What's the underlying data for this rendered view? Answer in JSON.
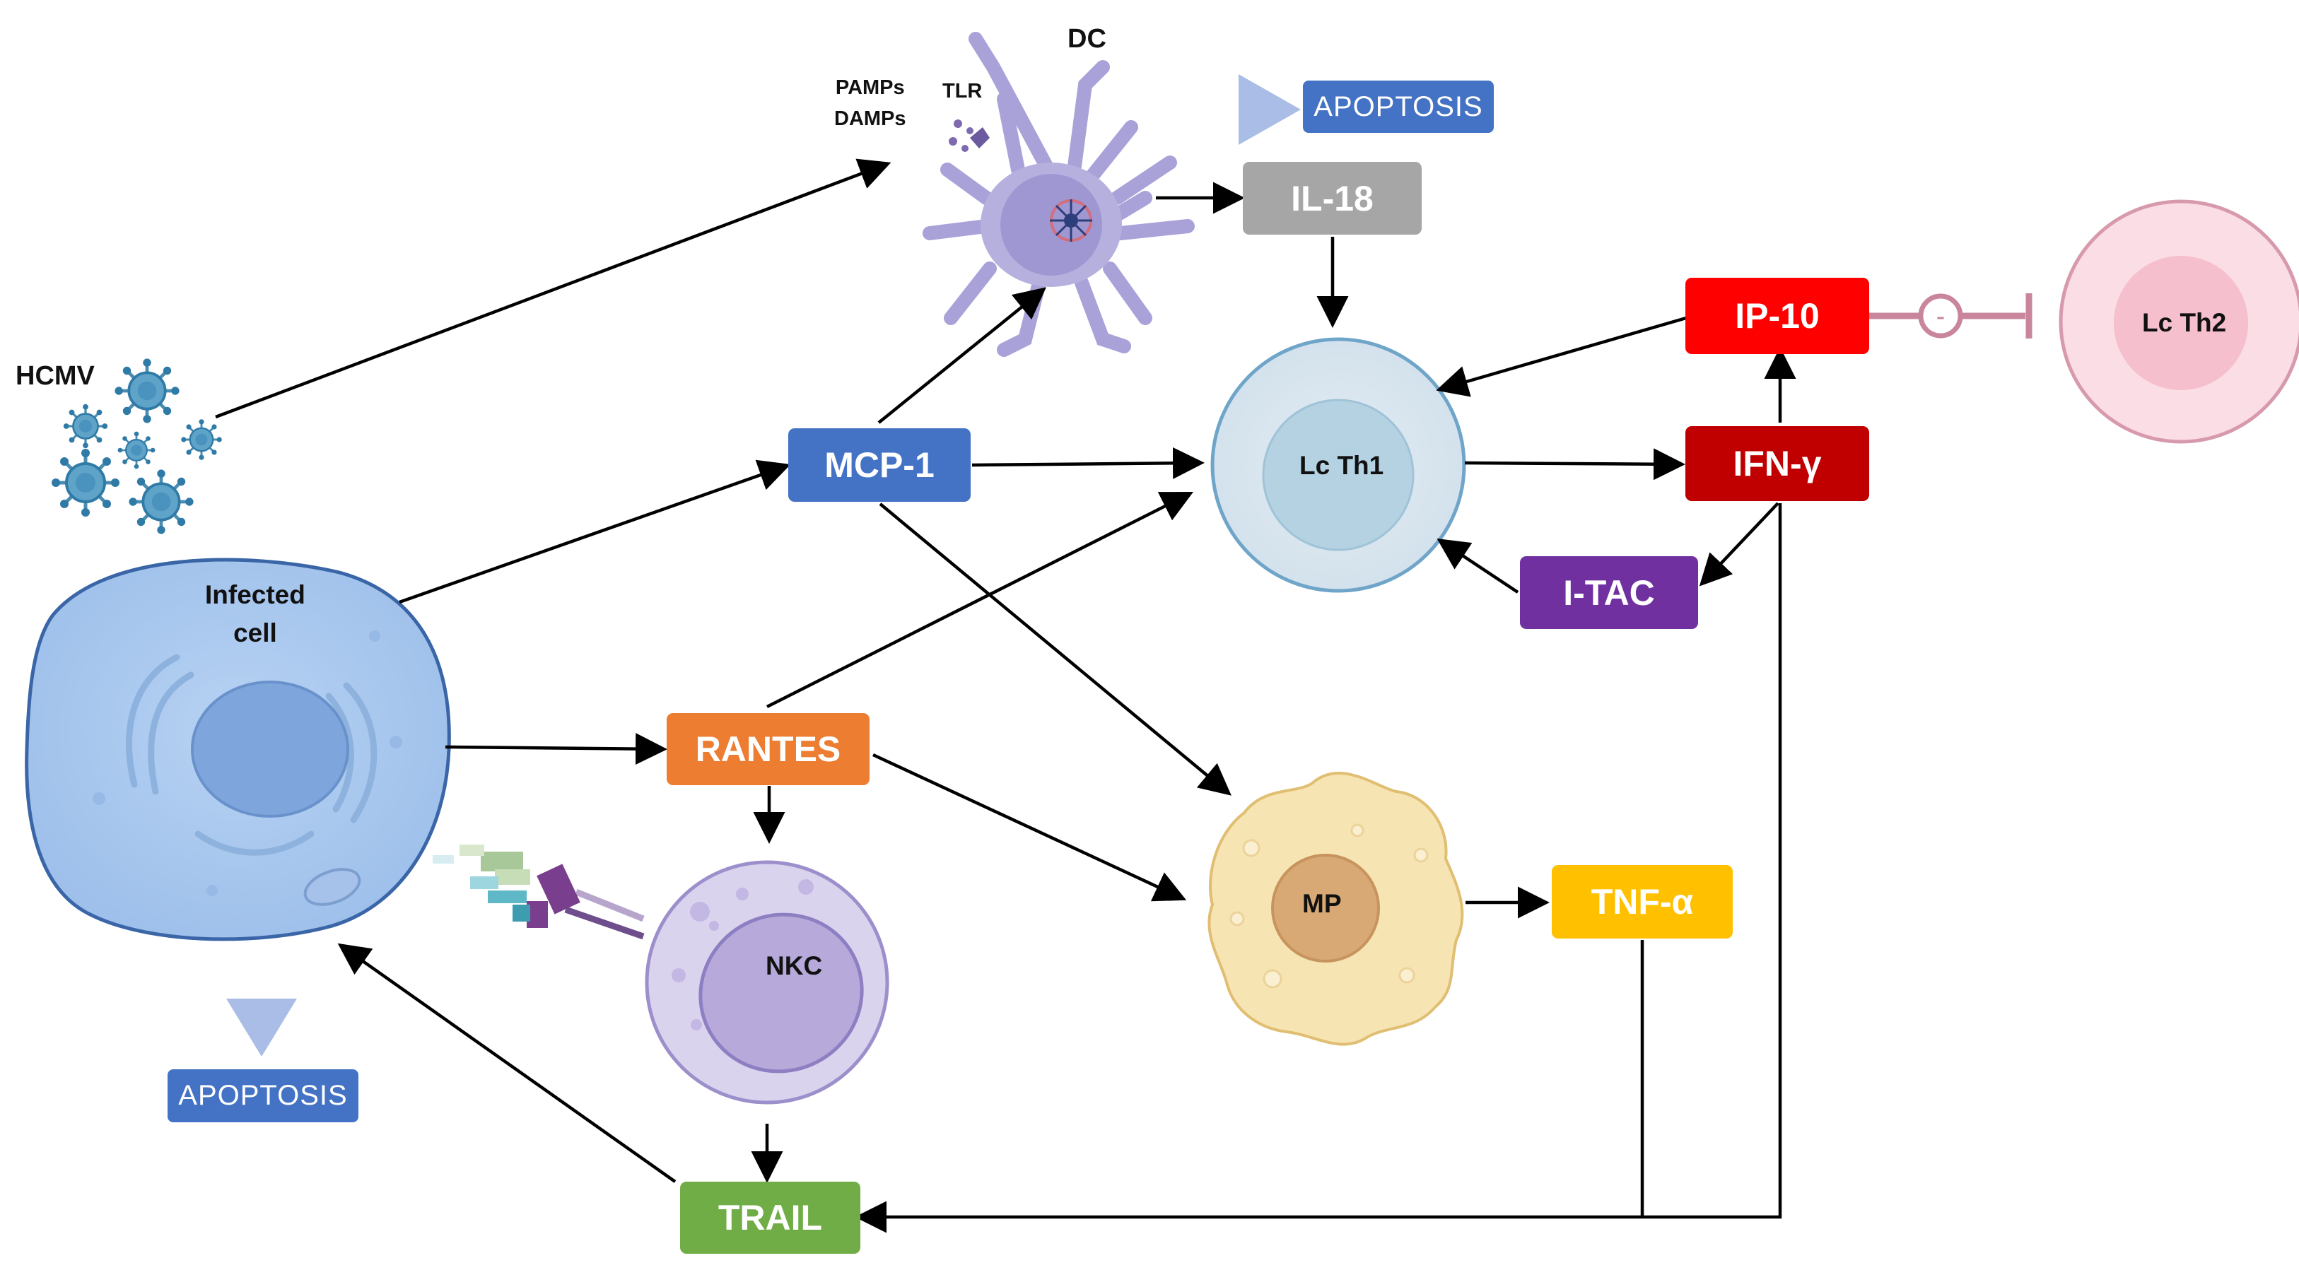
{
  "colors": {
    "mcp1": "#4472C4",
    "rantes": "#ED7D31",
    "trail": "#70AD47",
    "il18": "#A6A6A6",
    "ip10": "#FF0000",
    "ifng": "#C00000",
    "itac": "#7030A0",
    "tnfa": "#FFC000",
    "apoptosis": "#4472C4",
    "inhibition": "#C9859B",
    "th1_fill": "#D6E4EE",
    "th2_fill": "#F8D7E0",
    "infected_fill": "#A9C7EE",
    "nkc_fill": "#DAD3EE",
    "mp_fill": "#F7E4B3",
    "dc_fill": "#B6B0DF"
  },
  "cells": {
    "hcmv": "HCMV",
    "dc": "DC",
    "pamps": "PAMPs",
    "damps": "DAMPs",
    "tlr": "TLR",
    "infected_line1": "Infected",
    "infected_line2": "cell",
    "nkc": "NKC",
    "mp": "MP",
    "lc_th1": "Lc Th1",
    "lc_th2": "Lc Th2"
  },
  "boxes": {
    "mcp1": "MCP-1",
    "rantes": "RANTES",
    "trail": "TRAIL",
    "il18": "IL-18",
    "ip10": "IP-10",
    "ifng": "IFN-γ",
    "itac": "I-TAC",
    "tnfa": "TNF-α",
    "apoptosis_top": "APOPTOSIS",
    "apoptosis_bottom": "APOPTOSIS"
  },
  "icons": [
    "virus-icon",
    "dendritic-cell-icon",
    "infected-cell-icon",
    "nk-cell-icon",
    "macrophage-icon",
    "lymphocyte-icon",
    "receptor-icon",
    "inhibition-icon"
  ],
  "inhibition_symbol": "-"
}
